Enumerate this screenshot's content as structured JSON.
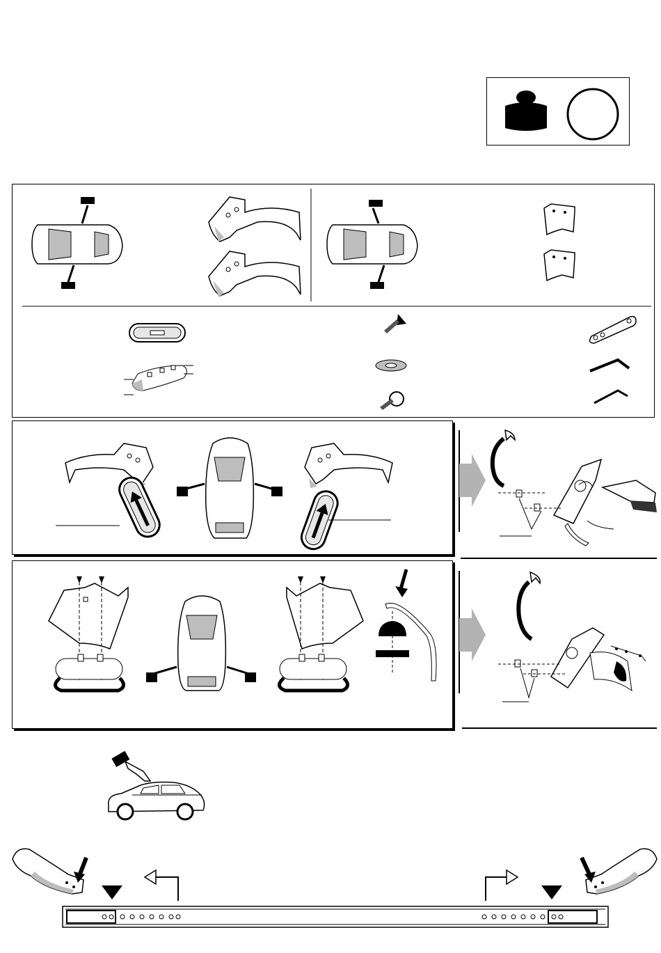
{
  "document": {
    "type": "roof-rack installation instructions",
    "colors": {
      "ink": "#000000",
      "paper": "#ffffff",
      "fill_grey": "#bdbdbd",
      "light_grey": "#e6e6e6",
      "arrow_grey": "#b3b3b3"
    }
  },
  "legend": {
    "icons": [
      "weight-icon",
      "circle-icon"
    ]
  },
  "parts_panel": {
    "left_group": [
      "car-top-icon",
      "bracket-left-icon",
      "bracket-left-alt-icon"
    ],
    "right_group": [
      "car-top-icon",
      "clip-icon",
      "clip-alt-icon"
    ],
    "hardware": [
      "foot-pad-icon",
      "foot-pad-labeled-icon",
      "screw-icon",
      "washer-icon",
      "bolt-icon",
      "plate-icon",
      "hex-key-large-icon",
      "hex-key-small-icon"
    ]
  },
  "steps": [
    {
      "id": "step-1",
      "icons": [
        "bracket-icon",
        "car-top-icon",
        "rotate-arrow-icon",
        "foot-assembly-icon"
      ]
    },
    {
      "id": "step-2",
      "icons": [
        "bracket-icon",
        "car-top-icon",
        "rubber-pad-icon",
        "rotate-arrow-icon",
        "foot-assembly-icon"
      ]
    },
    {
      "id": "step-3",
      "icons": [
        "hand-press-icon",
        "car-side-icon"
      ]
    },
    {
      "id": "step-4",
      "icons": [
        "foot-left-icon",
        "foot-right-icon",
        "down-triangle-icon",
        "bent-arrow-icon",
        "bar-icon"
      ]
    }
  ]
}
